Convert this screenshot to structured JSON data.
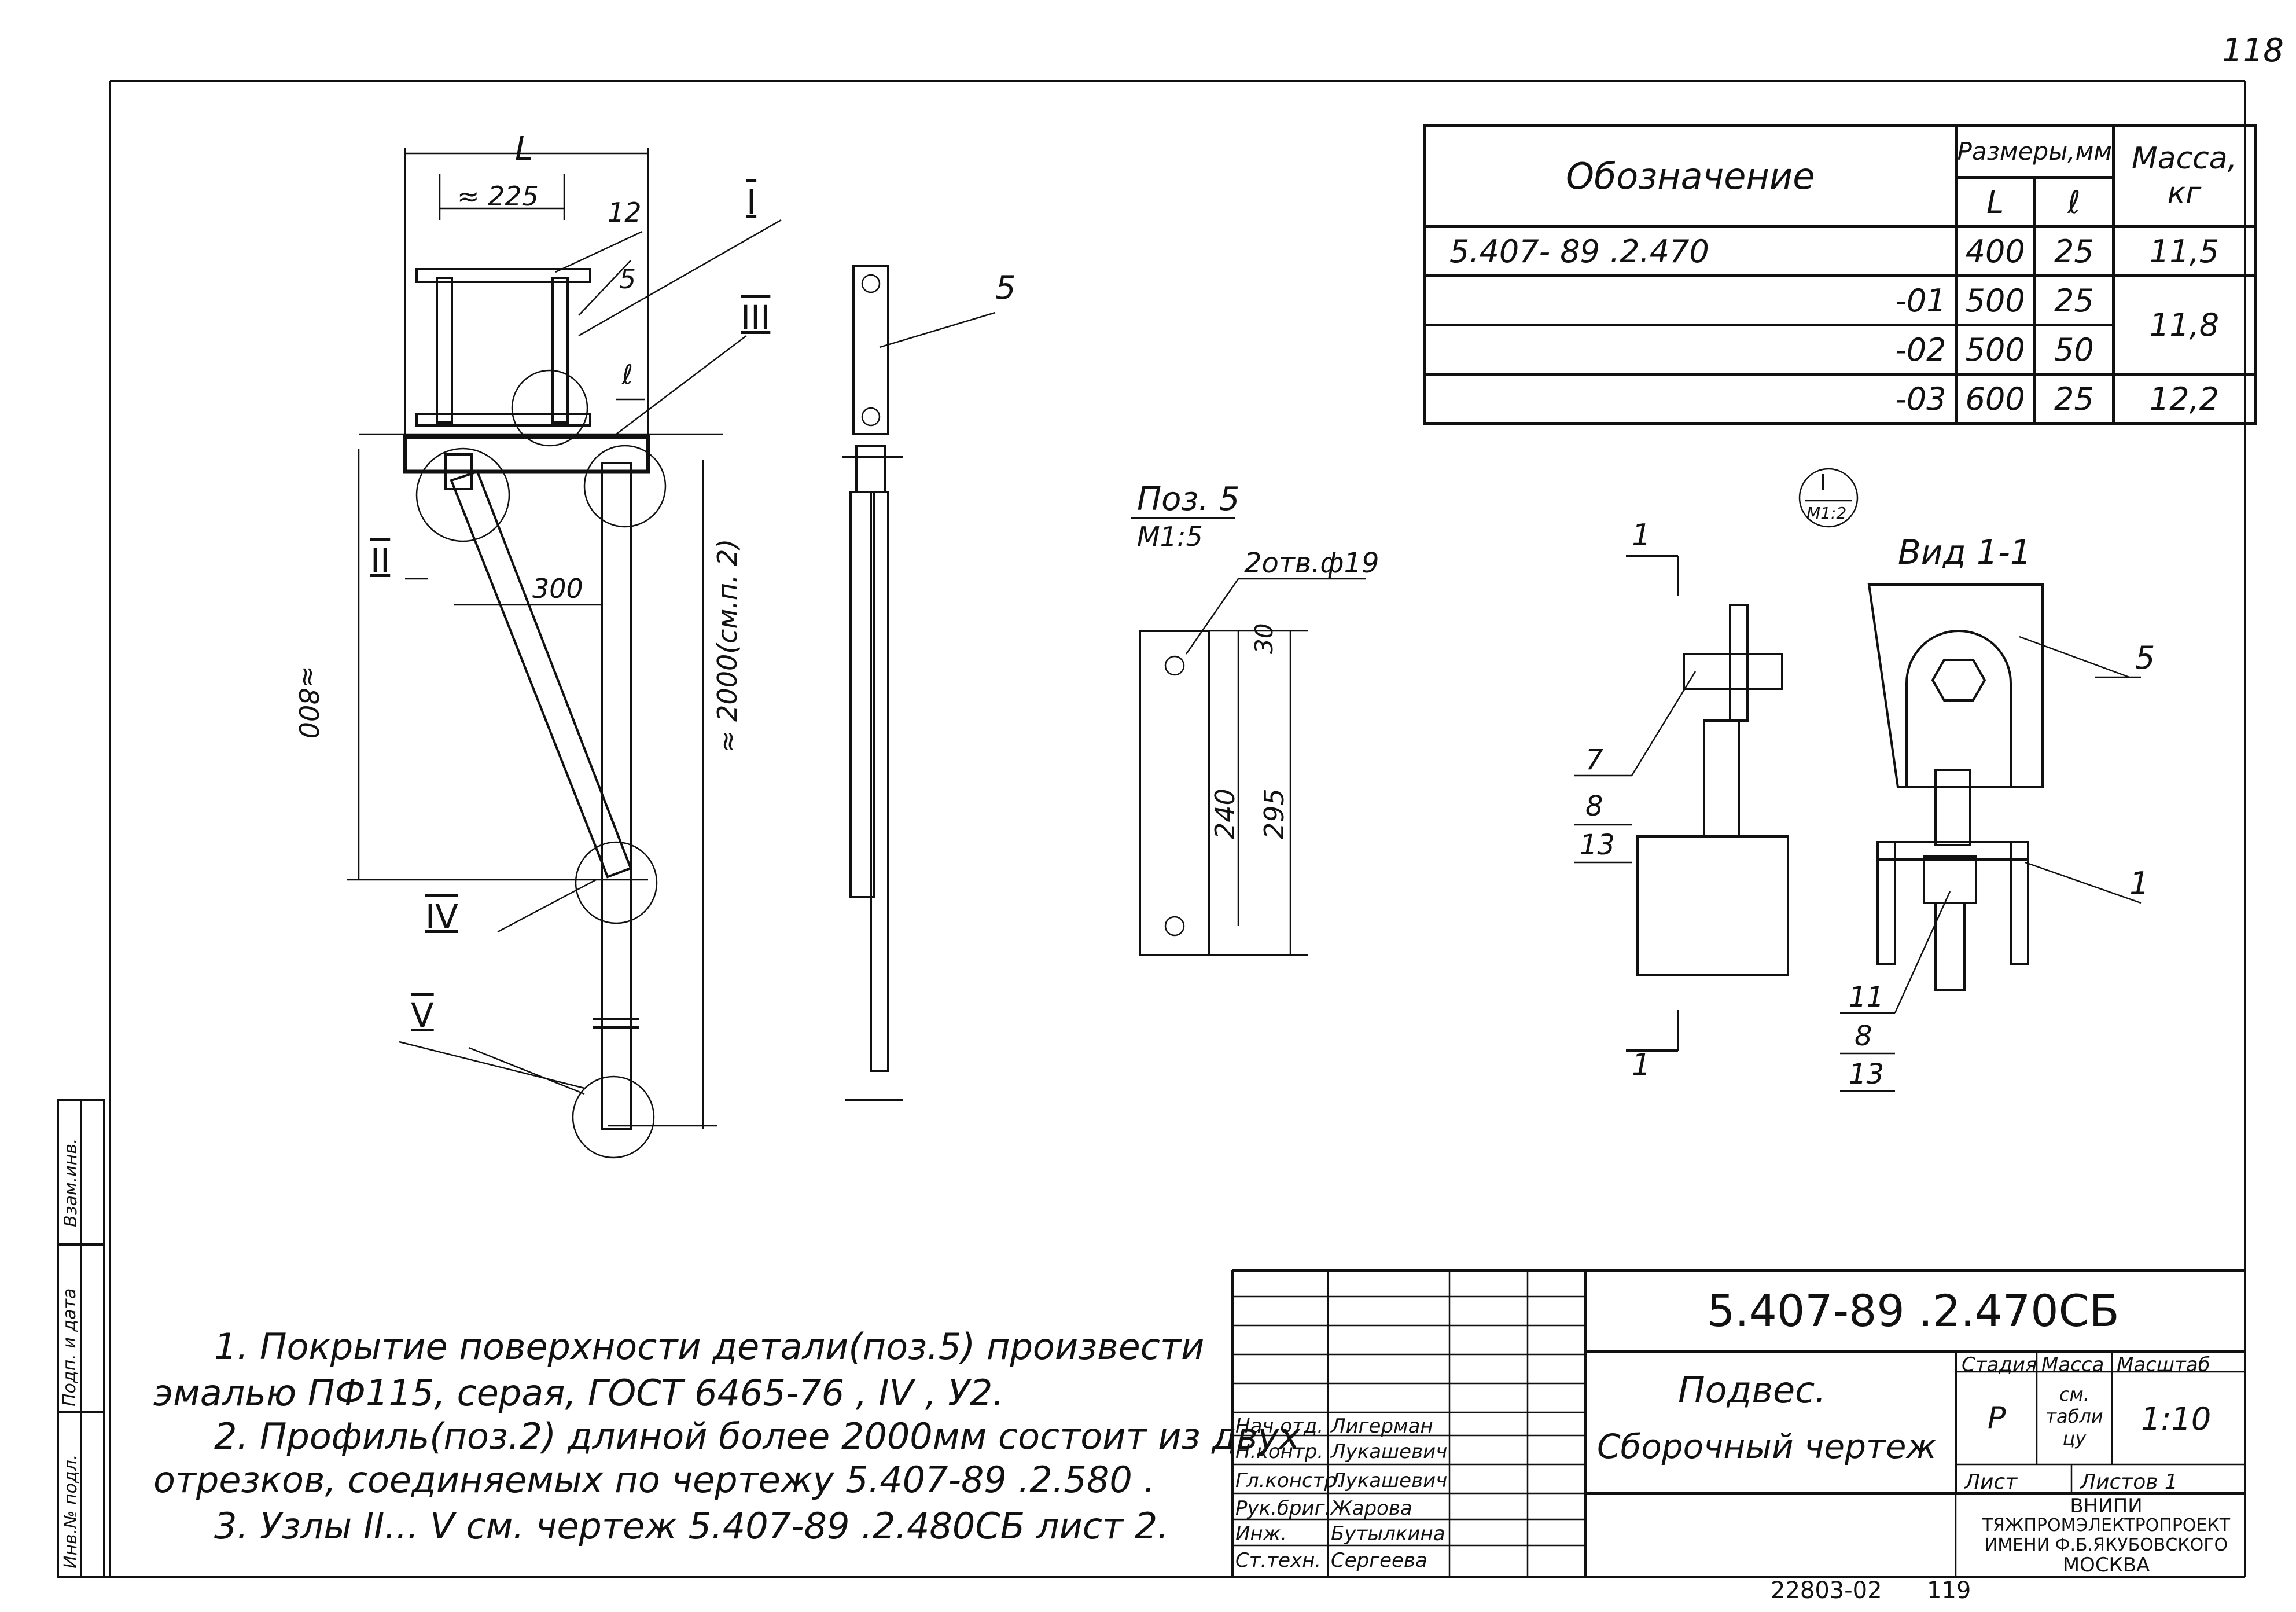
{
  "sheet": {
    "page_number": "118",
    "archive_number": "22803-02",
    "archive_sheet": "119"
  },
  "side_stamp": {
    "line1": "Подп. и дата",
    "line2": "Взам.инв.",
    "line3": "Инв.№ подл."
  },
  "dims": {
    "L": "L",
    "d225": "≈ 225",
    "d12": "12",
    "d5": "5",
    "d_l": "ℓ",
    "d300": "300",
    "d800": "≈800",
    "d2000": "≈ 2000(см.п. 2)"
  },
  "nodes": {
    "I": "I",
    "II": "II",
    "III": "III",
    "IV": "IV",
    "V": "V"
  },
  "side_view": {
    "pos": "5"
  },
  "pos5": {
    "title": "Поз. 5",
    "scale": "М1:5",
    "holes": "2отв.ф19",
    "d30": "30",
    "d240": "240",
    "d295": "295"
  },
  "detail": {
    "circle_num": "I",
    "circle_scale": "М1:2",
    "view_label": "Вид 1-1",
    "section": "1",
    "pos5": "5",
    "pos1": "1",
    "pos7": "7",
    "pos8a": "8",
    "pos13a": "13",
    "pos11": "11",
    "pos8b": "8",
    "pos13b": "13"
  },
  "spec_table": {
    "col_designation": "Обозначение",
    "col_sizes": "Размеры,мм",
    "col_L": "L",
    "col_l": "ℓ",
    "col_mass": "Масса, кг",
    "rows": [
      {
        "designation": "5.407- 89 .2.470",
        "L": "400",
        "l": "25",
        "mass": "11,5"
      },
      {
        "designation": "-01",
        "L": "500",
        "l": "25",
        "mass": "11,8"
      },
      {
        "designation": "-02",
        "L": "500",
        "l": "50",
        "mass": ""
      },
      {
        "designation": "-03",
        "L": "600",
        "l": "25",
        "mass": "12,2"
      }
    ]
  },
  "notes": [
    "1. Покрытие поверхности детали(поз.5) произвести",
    "эмалью ПФ115, серая, ГОСТ 6465-76 , IV , У2.",
    "2. Профиль(поз.2) длиной более 2000мм состоит из двух",
    "отрезков, соединяемых по чертежу 5.407-89 .2.580 .",
    "3. Узлы II... V см. чертеж 5.407-89 .2.480СБ лист 2."
  ],
  "title_block": {
    "doc_code": "5.407-89 .2.470СБ",
    "name_line1": "Подвес.",
    "name_line2": "Сборочный чертеж",
    "stage_label": "Стадия",
    "mass_label": "Масса",
    "scale_label": "Масштаб",
    "stage_value": "Р",
    "mass_value": "см. табли цу",
    "scale_value": "1:10",
    "sheet_label": "Лист",
    "sheets_label": "Листов 1",
    "org_line1": "ВНИПИ",
    "org_line2": "ТЯЖПРОМЭЛЕКТРОПРОЕКТ",
    "org_line3": "ИМЕНИ Ф.Б.ЯКУБОВСКОГО",
    "org_line4": "МОСКВА",
    "staff": [
      {
        "role": "Нач.отд.",
        "name": "Лигерман"
      },
      {
        "role": "Н.контр.",
        "name": "Лукашевич"
      },
      {
        "role": "Гл.констр.",
        "name": "Лукашевич"
      },
      {
        "role": "Рук.бриг.",
        "name": "Жарова"
      },
      {
        "role": "Инж.",
        "name": "Бутылкина"
      },
      {
        "role": "Ст.техн.",
        "name": "Сергеева"
      }
    ]
  }
}
